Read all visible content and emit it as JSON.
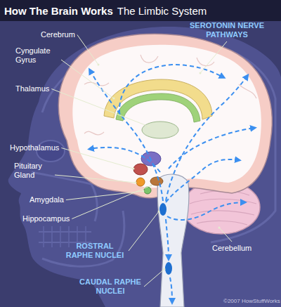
{
  "diagram": {
    "title": "How The Brain Works",
    "labels": [
      "The Limbic System",
      "Cerebrum",
      "Cyngulate Gyrus",
      "Thalamus",
      "Hypothalamus",
      "Pituitary Gland",
      "Amygdala",
      "Hippocampus",
      "SEROTONIN NERVE PATHWAYS",
      "ROSTRAL RAPHE NUCLEI",
      "CAUDAL RAPHE NUCLEI",
      "Cerebellum",
      "©2007 HowStuffWorks"
    ]
  }
}
